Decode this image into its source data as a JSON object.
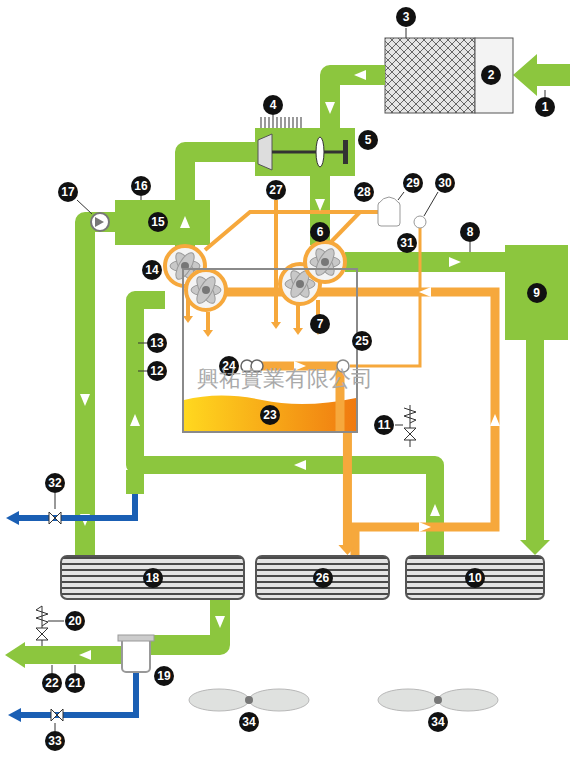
{
  "diagram": {
    "nodes": [
      {
        "text": [
          "23"
        ]
      },
      {
        "text": [
          "9"
        ]
      },
      {
        "text": [
          "18"
        ]
      },
      {
        "text": [
          "26"
        ]
      },
      {
        "text": [
          "10"
        ]
      }
    ],
    "edges": [
      {
        "from": 1,
        "to": 4,
        "arrow": "to"
      },
      {
        "from": 0,
        "to": 3,
        "arrow": "to"
      }
    ],
    "labels": [
      "3",
      "2",
      "1",
      "4",
      "5",
      "27",
      "28",
      "29",
      "30",
      "16",
      "17",
      "15",
      "6",
      "31",
      "8",
      "14",
      "7",
      "13",
      "24",
      "25",
      "12",
      "11",
      "32",
      "20",
      "19",
      "22",
      "21",
      "33",
      "34",
      "34",
      "興祐實業有限公司"
    ]
  }
}
